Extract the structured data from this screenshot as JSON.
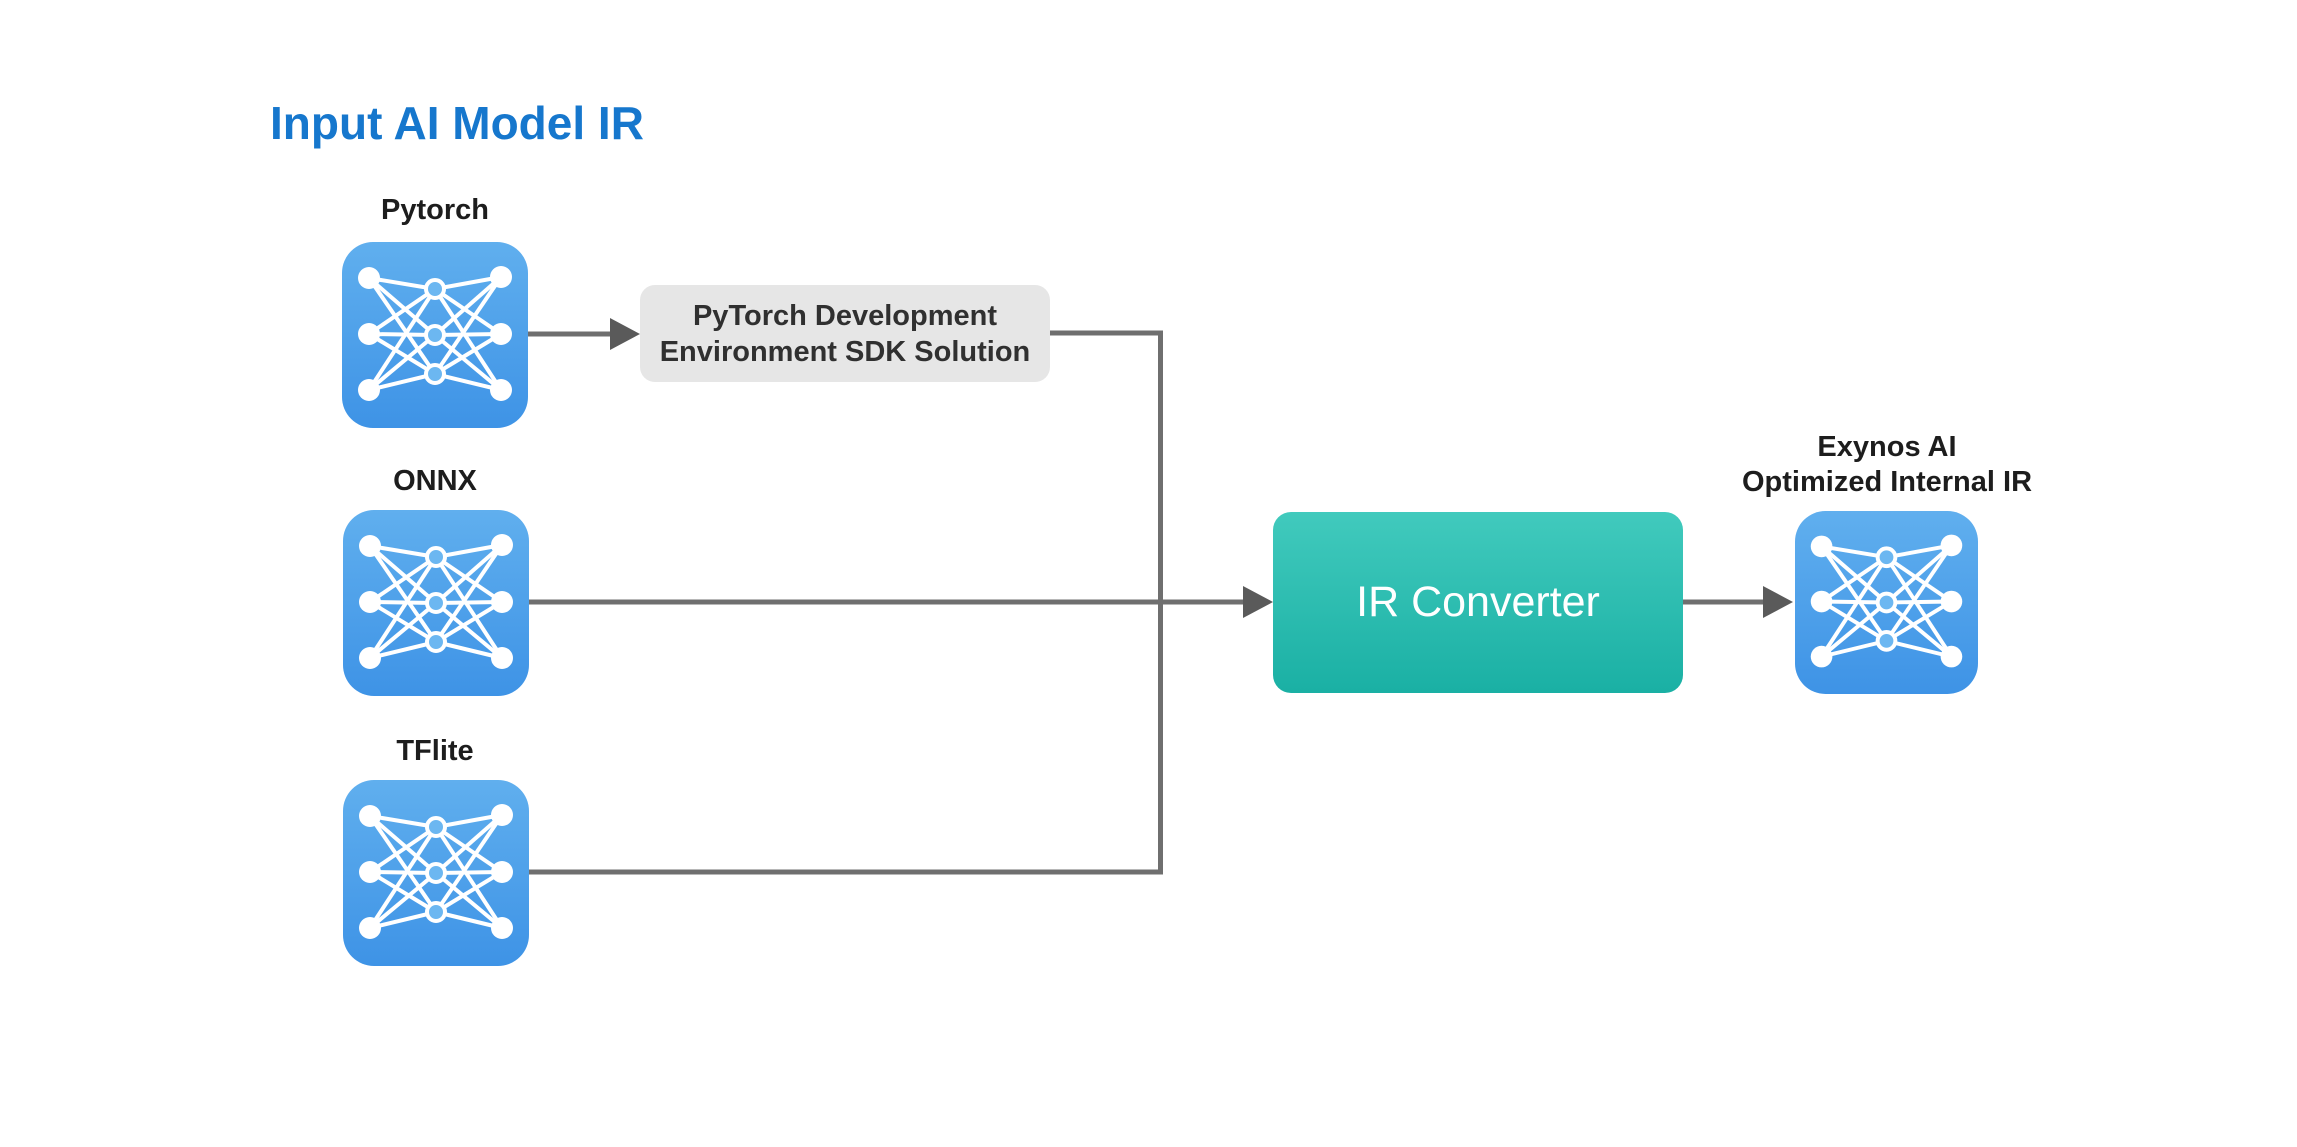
{
  "title": "Input AI Model IR",
  "nodes": {
    "pytorch": {
      "label": "Pytorch"
    },
    "onnx": {
      "label": "ONNX"
    },
    "tflite": {
      "label": "TFlite"
    },
    "exynos": {
      "label_line1": "Exynos AI",
      "label_line2": "Optimized Internal IR"
    }
  },
  "boxes": {
    "sdk": {
      "line1": "PyTorch Development",
      "line2": "Environment SDK Solution"
    },
    "ir_converter": {
      "label": "IR Converter"
    }
  },
  "icons": {
    "neural_network": "neural-network-icon"
  },
  "colors": {
    "title_blue": "#1677CD",
    "icon_blue_top": "#60AFEE",
    "icon_blue_bottom": "#3E93E6",
    "icon_hidden_node_fill": "#6CB7F1",
    "teal_top": "#41CABD",
    "teal_bottom": "#1AB0A4",
    "sdk_box_gray": "#E6E6E6",
    "connector_gray": "#6F6F6F",
    "arrowhead_gray": "#5A5A5A",
    "label_black": "#1D1D1D",
    "background": "#FFFFFF"
  }
}
